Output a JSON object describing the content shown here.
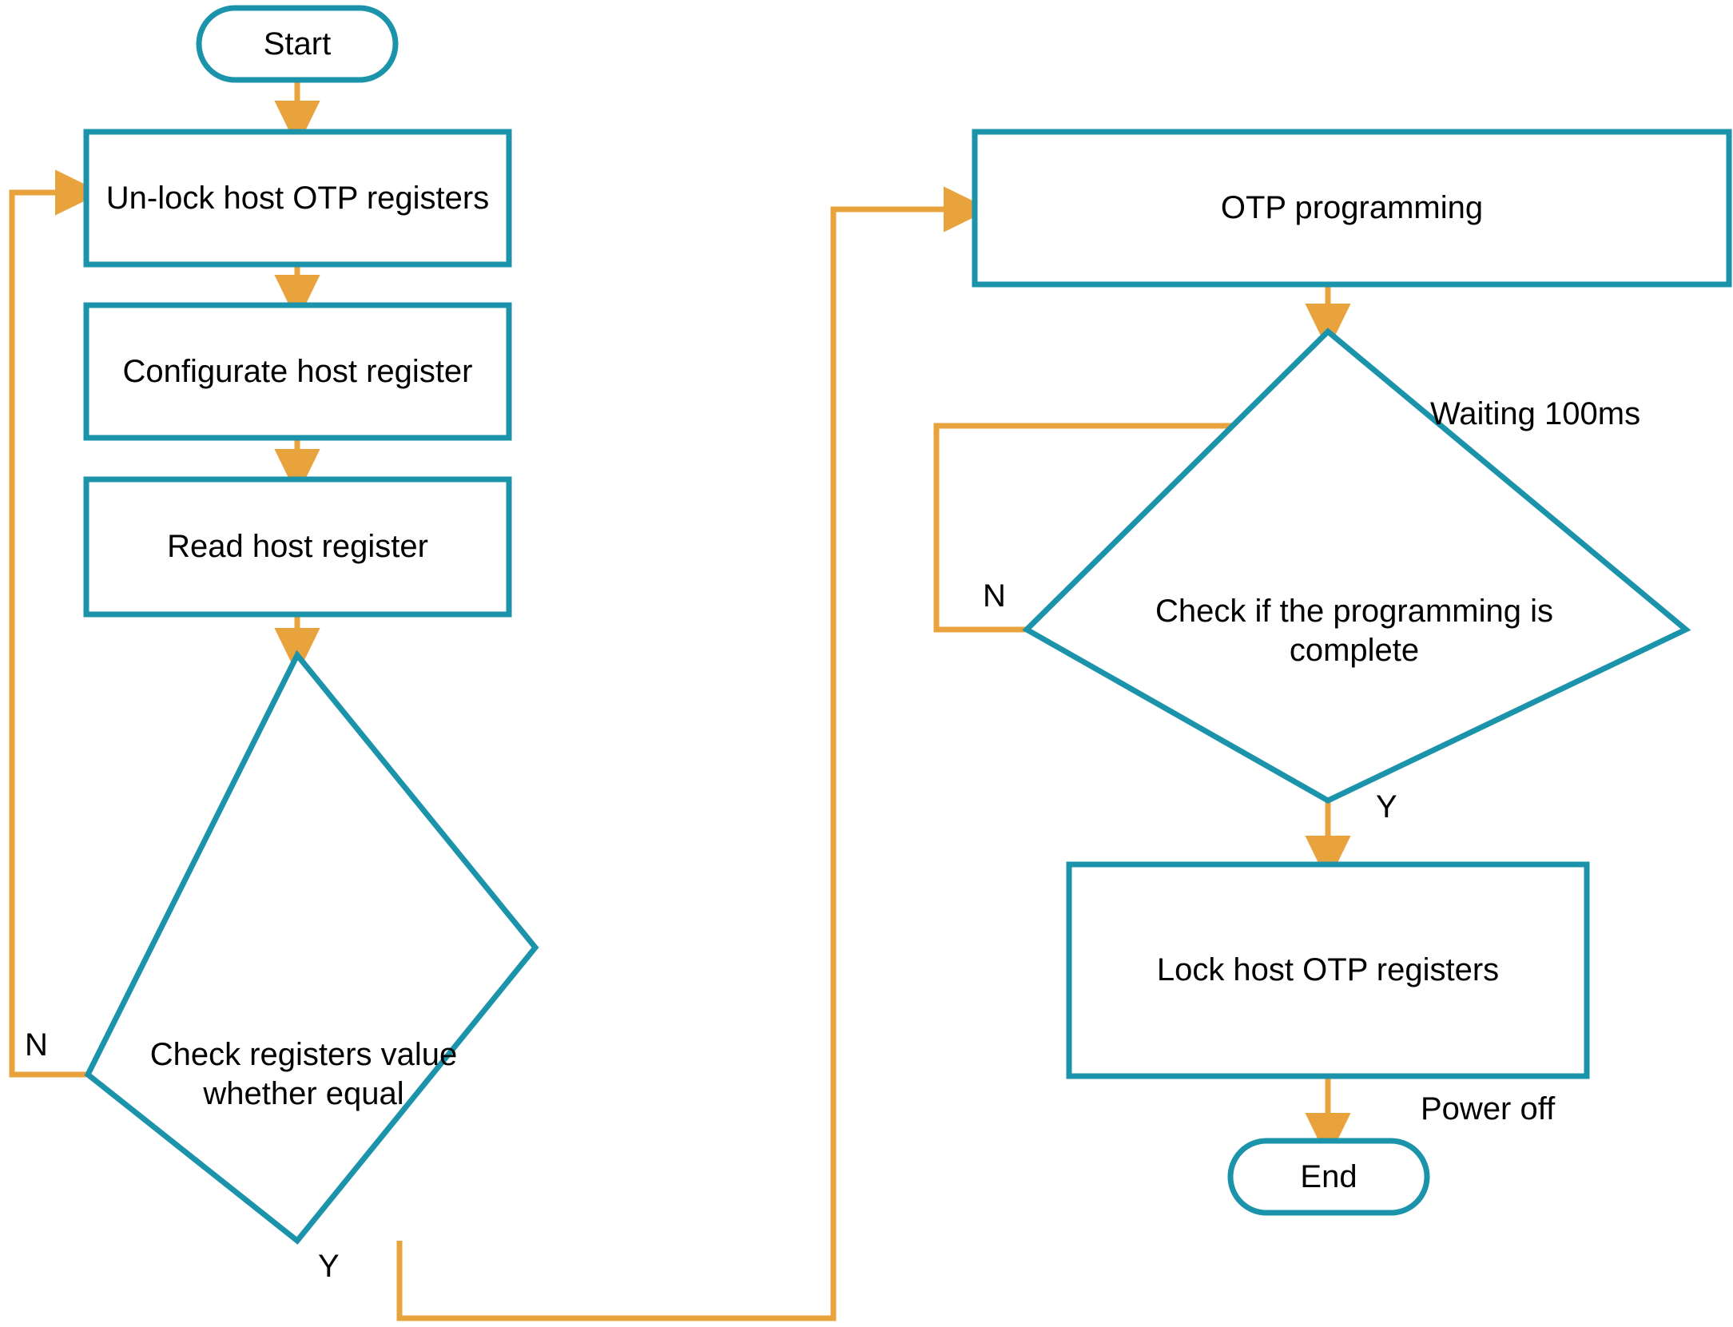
{
  "diagram": {
    "title": "OTP programming flowchart",
    "colors": {
      "shape_stroke": "#1b93ab",
      "connector": "#e8a33d",
      "text": "#000000",
      "background": "#ffffff"
    },
    "nodes": [
      {
        "id": "start",
        "type": "terminator",
        "label": "Start"
      },
      {
        "id": "unlock",
        "type": "process",
        "label": "Un-lock host OTP registers"
      },
      {
        "id": "configurate",
        "type": "process",
        "label": "Configurate host register"
      },
      {
        "id": "read",
        "type": "process",
        "label": "Read host register"
      },
      {
        "id": "check_equal",
        "type": "decision",
        "label": "Check registers value\nwhether equal"
      },
      {
        "id": "otp_prog",
        "type": "process",
        "label": "OTP programming"
      },
      {
        "id": "check_done",
        "type": "decision",
        "label": "Check if the programming is\ncomplete"
      },
      {
        "id": "lock",
        "type": "process",
        "label": "Lock host OTP registers"
      },
      {
        "id": "end",
        "type": "terminator",
        "label": "End"
      }
    ],
    "edge_labels": [
      {
        "id": "check_equal_no",
        "text": "N"
      },
      {
        "id": "check_equal_yes",
        "text": "Y"
      },
      {
        "id": "waiting",
        "text": "Waiting 100ms"
      },
      {
        "id": "check_done_no",
        "text": "N"
      },
      {
        "id": "check_done_yes",
        "text": "Y"
      },
      {
        "id": "power_off",
        "text": "Power off"
      }
    ],
    "edges": [
      {
        "from": "start",
        "to": "unlock",
        "label": ""
      },
      {
        "from": "unlock",
        "to": "configurate",
        "label": ""
      },
      {
        "from": "configurate",
        "to": "read",
        "label": ""
      },
      {
        "from": "read",
        "to": "check_equal",
        "label": ""
      },
      {
        "from": "check_equal",
        "to": "unlock",
        "label": "N"
      },
      {
        "from": "check_equal",
        "to": "otp_prog",
        "label": "Y"
      },
      {
        "from": "otp_prog",
        "to": "check_done",
        "label": "Waiting 100ms"
      },
      {
        "from": "check_done",
        "to": "otp_prog",
        "label": "N"
      },
      {
        "from": "check_done",
        "to": "lock",
        "label": "Y"
      },
      {
        "from": "lock",
        "to": "end",
        "label": "Power off"
      }
    ]
  }
}
